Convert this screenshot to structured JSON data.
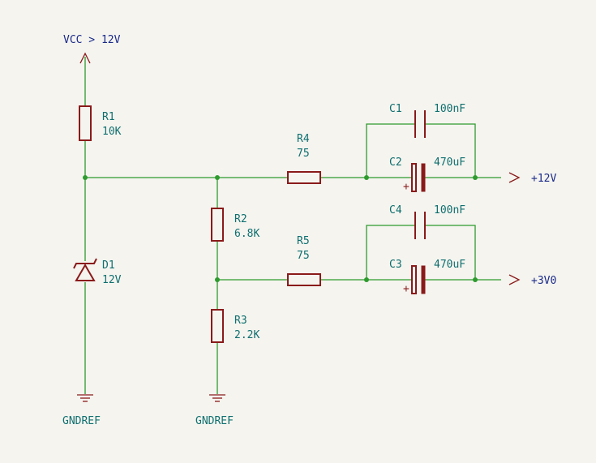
{
  "power": {
    "vcc": "VCC > 12V"
  },
  "grounds": {
    "g1": "GNDREF",
    "g2": "GNDREF"
  },
  "components": {
    "R1": {
      "ref": "R1",
      "value": "10K"
    },
    "R2": {
      "ref": "R2",
      "value": "6.8K"
    },
    "R3": {
      "ref": "R3",
      "value": "2.2K"
    },
    "R4": {
      "ref": "R4",
      "value": "75"
    },
    "R5": {
      "ref": "R5",
      "value": "75"
    },
    "D1": {
      "ref": "D1",
      "value": "12V"
    },
    "C1": {
      "ref": "C1",
      "value": "100nF"
    },
    "C2": {
      "ref": "C2",
      "value": "470uF"
    },
    "C3": {
      "ref": "C3",
      "value": "470uF"
    },
    "C4": {
      "ref": "C4",
      "value": "100nF"
    }
  },
  "polarity": {
    "c2": "+",
    "c3": "+"
  },
  "outputs": {
    "out12": "+12V",
    "out3v0": "+3V0"
  },
  "colors": {
    "wire": "#2e9b2e",
    "component": "#8a1a1a",
    "label": "#0e6f6f",
    "power_label": "#1a2a8a",
    "background": "#f5f4ef"
  }
}
